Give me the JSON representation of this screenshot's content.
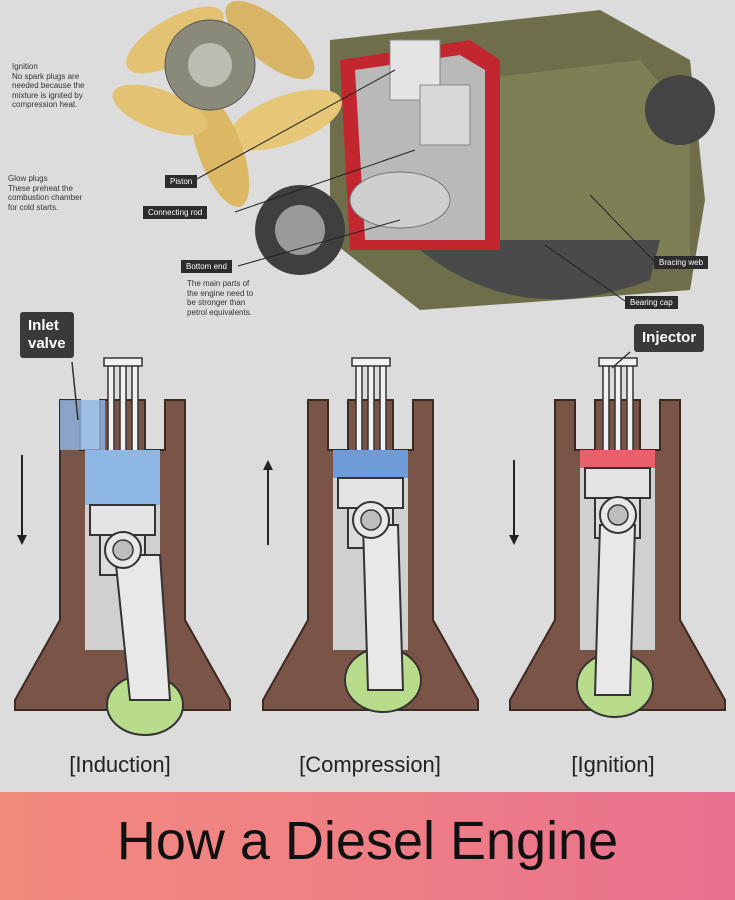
{
  "engine": {
    "notes": {
      "ignition": "Ignition\nNo spark plugs are\nneeded because the\nmixture is ignited by\ncompression heat.",
      "glow_plugs": "Glow plugs\nThese preheat the\ncombustion chamber\nfor cold starts.",
      "bottom_end": "The main parts of\nthe engine need to\nbe stronger than\npetrol equivalents."
    },
    "tags": {
      "piston": "Piston",
      "connecting_rod": "Connecting rod",
      "bottom_end": "Bottom end",
      "bracing_web": "Bracing web",
      "bearing_cap": "Bearing cap"
    }
  },
  "strokes": {
    "inlet_valve_label": "Inlet\nvalve",
    "injector_label": "Injector",
    "captions": [
      "[Induction]",
      "[Compression]",
      "[Ignition]"
    ]
  },
  "banner": {
    "title": "How a Diesel Engine"
  },
  "colors": {
    "air": "#8fb7e6",
    "combustion": "#e8606a",
    "crank": "#b8dc8c",
    "block": "#7a5446",
    "banner": "#ef7f85"
  }
}
